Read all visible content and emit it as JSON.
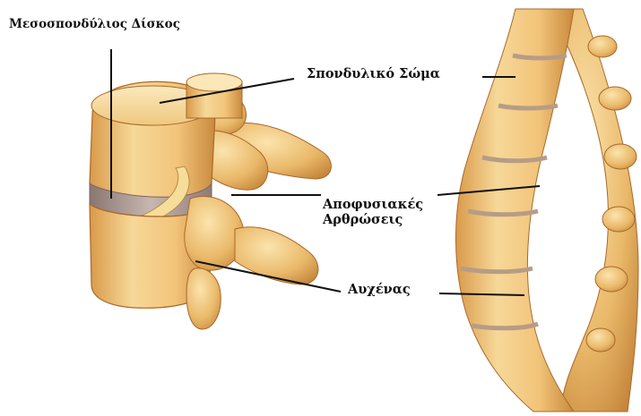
{
  "labels": {
    "intervertebral_disc": "Μεσοσπονδύλιος Δίσκος",
    "vertebral_body": "Σπονδυλικό Σώμα",
    "facet_joints": [
      "Αποφυσιακές",
      "Αρθρώσεις"
    ],
    "pars_neck": "Αυχένας"
  },
  "colors": {
    "bone": "#f2cd86",
    "bone_light": "#fbe7b8",
    "bone_dark": "#c98a3c",
    "bone_edge": "#a8692a",
    "disc": "#b7a6a0",
    "disc_dark": "#8a7671",
    "nerve": "#f6dd9a",
    "leader_line": "#111111"
  }
}
